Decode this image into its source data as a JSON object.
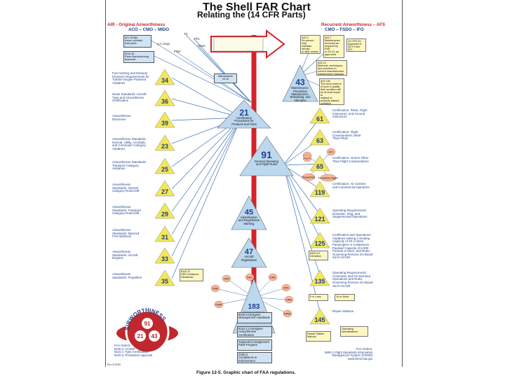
{
  "title": "The Shell FAR Chart",
  "subtitle": "Relating the (14 CFR Parts)",
  "left_header": {
    "line1": "AIR - Original Airworthiness",
    "line2": "ACO – CMO – MIDO"
  },
  "right_header": {
    "line1": "Recurrent Airworthiness – AFS",
    "line2": "CMO – FSDO – IFO"
  },
  "top_small_labels": {
    "tc": "TC",
    "stc": "STC",
    "tsoa": "TSOA",
    "pma": "PMA"
  },
  "top_left_boxes": [
    {
      "text": "§21.303(b)\nowner operator\nbuilt parts",
      "ref": "§ 21.303(b)"
    },
    {
      "text": "8110.42\nParts Manufacturing\nApproval"
    }
  ],
  "top_right_boxes": [
    {
      "text": "§43.3\nNo person may\nmaintain, rebuild\nor alter unless"
    },
    {
      "text": "§43.7\nMaintenance\nrecorded as\nrequired by FAR\nor 43.13, as\napproved"
    },
    {
      "text": "14 CFR 43\nAppendix A\n43.9 Form 337"
    },
    {
      "text": "§43.13\nMethods, techniques,\nand practices in\ncurrent manufacturers\nmaintenance manuals"
    },
    {
      "text": "§43.13b\nThe work shall be\nof such a quality\nthat condition will\nbe at least equal to\noriginal or\nproperly altered\ncondition"
    }
  ],
  "manufacture_label": "Manufacture\n43.10",
  "left_items": [
    {
      "label": "Fuel Venting and Exhaust\nEmission Requirements for\nTurbine Engine Powered\nAirplanes",
      "part": "34"
    },
    {
      "label": "Noise Standards: Aircraft\nType and Airworthiness\nCertification",
      "part": "36"
    },
    {
      "label": "Airworthiness\nDirectives",
      "part": "39"
    },
    {
      "label": "Airworthiness Standards:\nNormal, Utility, Acrobatic,\nand Commuter Category\nAirplanes",
      "part": "23"
    },
    {
      "label": "Airworthiness Standards:\nTransport Category\nAirplanes",
      "part": "25"
    },
    {
      "label": "Airworthiness\nStandards: Normal\nCategory Rotorcraft",
      "part": "27"
    },
    {
      "label": "Airworthiness\nStandards: Transport\nCategory Rotorcraft",
      "part": "29"
    },
    {
      "label": "Airworthiness\nStandards: Manned\nFree Balloons",
      "part": "31"
    },
    {
      "label": "Airworthiness\nStandards: Aircraft\nEngines",
      "part": "33"
    },
    {
      "label": "Airworthiness\nStandards: Propellers",
      "part": "35"
    }
  ],
  "right_items": [
    {
      "label": "Certification: Pilots, Flight\nInstructors, and Ground\nInstructors",
      "part": "61"
    },
    {
      "label": "Certification: Flight\nCrewmembers Other\nThan Pilots",
      "part": "63"
    },
    {
      "label": "Certification: Airmen Other\nThan Flight Crewmembers",
      "part": "65"
    },
    {
      "label": "Certification: Air Carriers\nand Commercial Operators",
      "part": "119"
    },
    {
      "label": "Operating Requirements:\nDomestic, Flag, and\nSupplemental Operations",
      "part": "121"
    },
    {
      "label": "Certification and Operations:\nAirplanes Having a Seating\nCapacity of 20 or More\nPassengers or a Maximum\nPayload Capacity of 6,000\nPounds or More; and Rules\nGoverning Persons On Board\nSuch Aircraft",
      "part": "125"
    },
    {
      "label": "Operating Requirements:\nCommuter and On Demand\nOperations and Rules\nGoverning Persons On Board\nSuch Aircraft",
      "part": "135"
    },
    {
      "label": "Repair Stations",
      "part": "145"
    }
  ],
  "center_items": [
    {
      "part": "43",
      "label": "Maintenance,\nPreventive\nMaintenance,\nRebuilding, and\nAlteration"
    },
    {
      "part": "21",
      "label": "Certification\nProcedures for\nProducts and Parts"
    },
    {
      "part": "91",
      "label": "General Operating\nand Flight Rules"
    },
    {
      "part": "45",
      "label": "Identification\nand Registration\nMarking"
    },
    {
      "part": "47",
      "label": "Aircraft\nRegistration"
    },
    {
      "part": "183",
      "label": "Representatives\nof the\nAdministrator"
    }
  ],
  "small_circles": {
    "ia": "IA",
    "atc": "ATC",
    "ap": "A & P",
    "repairman": "Repairman",
    "parachute_rigger": "Parachute Rigger",
    "das": "DAS",
    "dar": "DAR",
    "dae": "DAE",
    "dpe": "DPE",
    "dmir": "DMIR",
    "dme": "DME",
    "ome": "OME",
    "dpre": "DPRE"
  },
  "side_boxes": {
    "deviation": "8400.10\nDeviation",
    "nine_or_less": "9 or Less",
    "ten_or_more": "10 or More",
    "repair_station_manual": "Repair Station\nManual",
    "operating_specifications": "Operating\nSpecifications",
    "ods_handbook": "8110.37\nDER Guidance\nHandbook"
  },
  "bottom_center_boxes": [
    "8100.8 Designee\nManagement Handbook",
    "8110.2.2 Designee\nAirworthiness Certification",
    "Suspected Unapproved\nParts Program",
    "2150.3\nCompliance & Enforcement"
  ],
  "logo": {
    "top_text": "SIRWORTHINESS",
    "numbers": [
      "91",
      "21",
      "43"
    ]
  },
  "footer_left": "FAA Orders:\n8100.2: ACSEP\n8110.4: Type Certification\n8120.2: Production Approval",
  "footer_right": "FAA Orders:\n8900.1 Flight Standards Information\nManagement System (FSIMS)\nwww.fsims.faa.gov",
  "rev": "Rev 3/10/09",
  "caption": "Figure 12-5. Graphic chart of FAA regulations.",
  "colors": {
    "left_triangle": "#f3e75a",
    "right_triangle": "#f3e75a",
    "center_triangle": "#bcd8ef",
    "center_line": "#d5232a",
    "connector": "#3d72b8",
    "small_circle": "#f5b89a",
    "box_yellow": "#fff7c2",
    "box_blue": "#cfe3f5"
  }
}
